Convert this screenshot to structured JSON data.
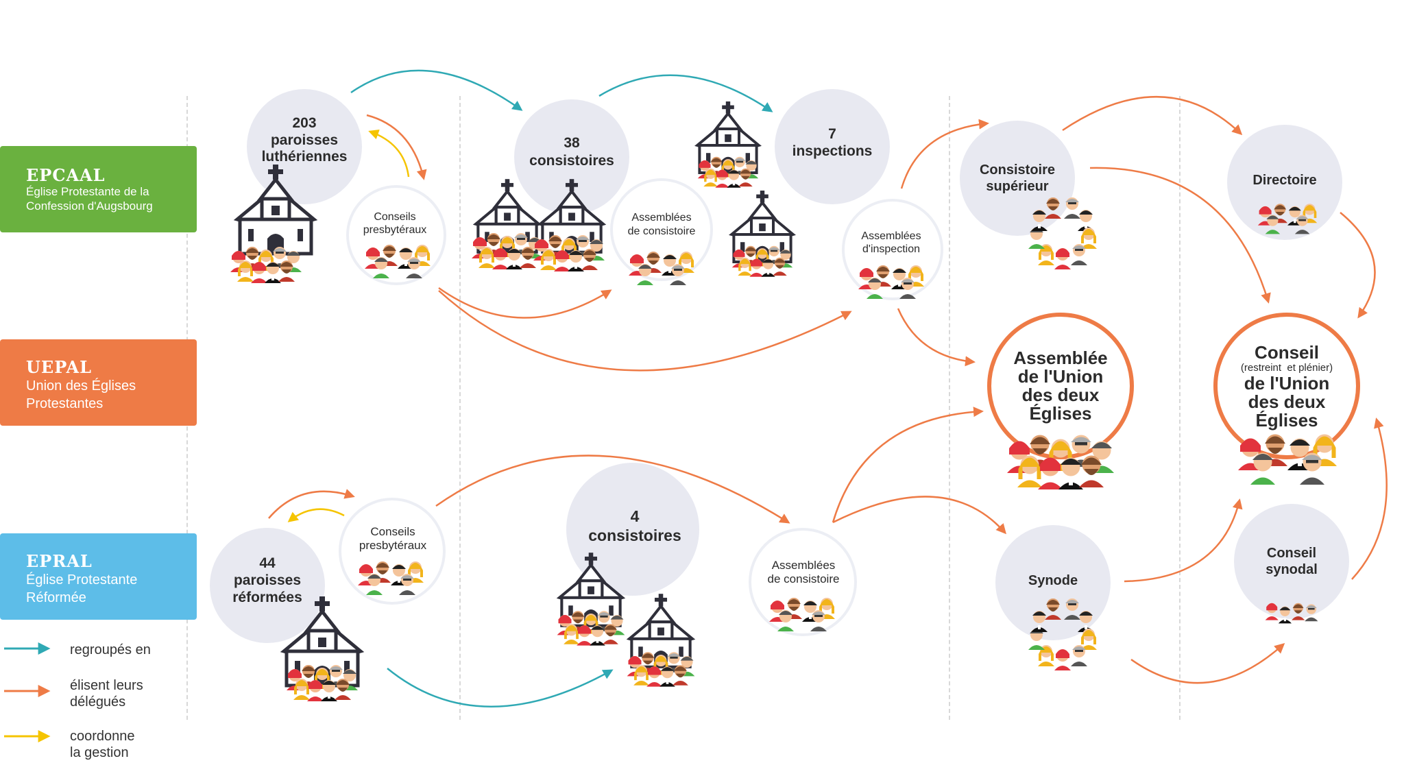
{
  "churches": {
    "epcaal": {
      "abbr": "EPCAAL",
      "line1": "Église Protestante de la",
      "line2": "Confession d'Augsbourg",
      "color": "#6ab13f"
    },
    "uepal": {
      "abbr": "UEPAL",
      "line1": "Union des Églises",
      "line2": "Protestantes",
      "color": "#ee7b46"
    },
    "epral": {
      "abbr": "EPRAL",
      "line1": "Église Protestante",
      "line2": "Réformée",
      "color": "#5dbde8"
    }
  },
  "nodes": {
    "paroisses_lutheriennes": {
      "l1": "203",
      "l2": "paroisses",
      "l3": "luthériennes"
    },
    "conseils_presbyteraux_top": {
      "l1": "Conseils",
      "l2": "presbytéraux"
    },
    "consistoires_38": {
      "l1": "38",
      "l2": "consistoires"
    },
    "assemblees_consistoire_top": {
      "l1": "Assemblées",
      "l2": "de consistoire"
    },
    "inspections": {
      "l1": "7",
      "l2": "inspections"
    },
    "assemblees_inspection": {
      "l1": "Assemblées",
      "l2": "d'inspection"
    },
    "consistoire_superieur": {
      "l1": "Consistoire",
      "l2": "supérieur"
    },
    "directoire": {
      "l1": "Directoire"
    },
    "assemblee_union": {
      "l1": "Assemblée",
      "l2": "de l'Union",
      "l3": "des deux",
      "l4": "Églises"
    },
    "conseil_union": {
      "l1": "Conseil",
      "sub": "(restreint  et plénier)",
      "l2": "de l'Union",
      "l3": "des deux",
      "l4": "Églises"
    },
    "paroisses_reformees": {
      "l1": "44",
      "l2": "paroisses",
      "l3": "réformées"
    },
    "conseils_presbyteraux_bottom": {
      "l1": "Conseils",
      "l2": "presbytéraux"
    },
    "consistoires_4": {
      "l1": "4",
      "l2": "consistoires"
    },
    "assemblees_consistoire_bottom": {
      "l1": "Assemblées",
      "l2": "de consistoire"
    },
    "synode": {
      "l1": "Synode"
    },
    "conseil_synodal": {
      "l1": "Conseil",
      "l2": "synodal"
    }
  },
  "legend": {
    "regroupes": {
      "l1": "regroupés en",
      "color": "#2fa9b4"
    },
    "elisent": {
      "l1": "élisent leurs",
      "l2": "délégués",
      "color": "#ee7b46"
    },
    "coordonne": {
      "l1": "coordonne",
      "l2": "la gestion",
      "color": "#f5c400"
    }
  }
}
